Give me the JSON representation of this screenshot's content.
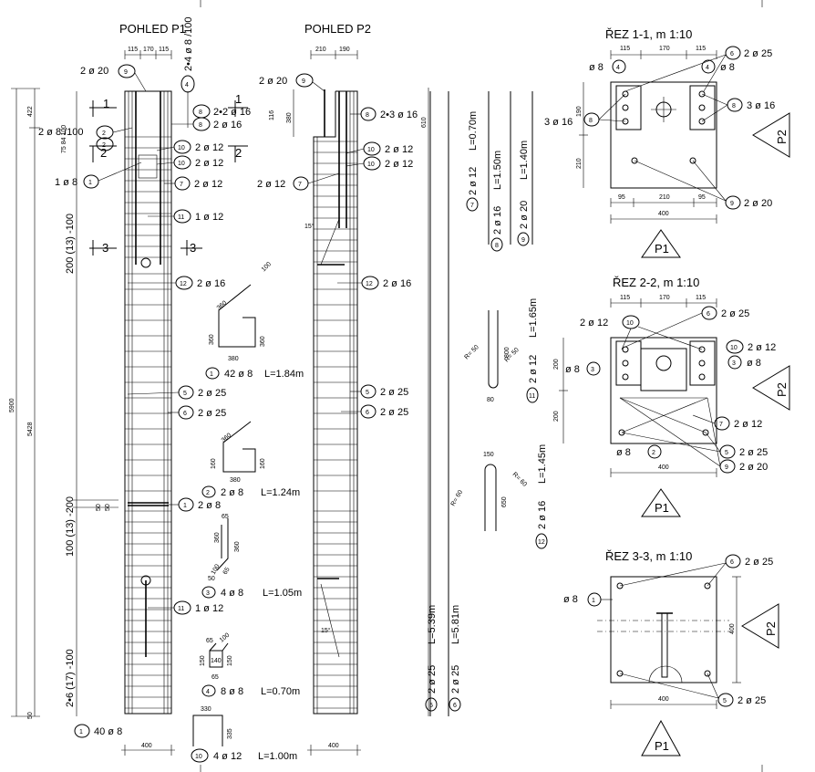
{
  "views": {
    "p1_title": "POHLED P1",
    "p2_title": "POHLED P2"
  },
  "sections": {
    "s11_title": "ŘEZ 1-1, m 1:10",
    "s22_title": "ŘEZ 2-2, m 1:10",
    "s33_title": "ŘEZ 3-3, m 1:10",
    "view_p1": "P1",
    "view_p2": "P2"
  },
  "p1_labels": [
    {
      "num": "9",
      "text": "2 ø 20"
    },
    {
      "num": "4",
      "text": "2•4 ø 8 /100"
    },
    {
      "num": "8",
      "text": "2•2 ø 16"
    },
    {
      "num": "8",
      "text": "2 ø 16"
    },
    {
      "num": "2",
      "text": "2 ø 8 /100"
    },
    {
      "num": "10",
      "text": "2 ø 12"
    },
    {
      "num": "10",
      "text": "2 ø 12"
    },
    {
      "num": "1",
      "text": "1 ø 8"
    },
    {
      "num": "7",
      "text": "2 ø 12"
    },
    {
      "num": "11",
      "text": "1 ø 12"
    },
    {
      "num": "12",
      "text": "2 ø 16"
    },
    {
      "num": "5",
      "text": "2 ø 25"
    },
    {
      "num": "6",
      "text": "2 ø 25"
    },
    {
      "num": "1",
      "text": "2 ø 8"
    },
    {
      "num": "11",
      "text": "1 ø 12"
    },
    {
      "num": "1",
      "text": "40 ø 8"
    }
  ],
  "p2_labels": [
    {
      "num": "9",
      "text": "2 ø 20"
    },
    {
      "num": "8",
      "text": "2•3 ø 16"
    },
    {
      "num": "10",
      "text": "2 ø 12"
    },
    {
      "num": "10",
      "text": "2 ø 12"
    },
    {
      "num": "7",
      "text": "2 ø 12"
    },
    {
      "num": "12",
      "text": "2 ø 16"
    },
    {
      "num": "5",
      "text": "2 ø 25"
    },
    {
      "num": "6",
      "text": "2 ø 25"
    }
  ],
  "dims": {
    "p1_top": [
      "115",
      "170",
      "115"
    ],
    "p2_top": [
      "210",
      "190"
    ],
    "p1_bottom": "400",
    "p2_bottom": "400",
    "left_422": "422",
    "left_5900": "5900",
    "left_5428": "5428",
    "left_50": "50",
    "left_spacing1": "200 (13) -100",
    "left_spacing2": "100 (13) -200",
    "left_spacing3": "2•6 (17) -100",
    "left_top_small": "75 84 100",
    "left_50b": "50",
    "left_200": "200",
    "p2_380": "380",
    "p2_116": "116",
    "p2_610": "610",
    "p2_15a": "15°",
    "p2_15b": "15°"
  },
  "bars": [
    {
      "num": "1",
      "spec": "42 ø 8",
      "length": "L=1.84m",
      "dims": [
        "360",
        "100",
        "360",
        "360",
        "380"
      ]
    },
    {
      "num": "2",
      "spec": "2 ø 8",
      "length": "L=1.24m",
      "dims": [
        "360",
        "160",
        "160",
        "380"
      ]
    },
    {
      "num": "3",
      "spec": "4 ø 8",
      "length": "L=1.05m",
      "dims": [
        "65",
        "360",
        "360",
        "100",
        "50",
        "65"
      ]
    },
    {
      "num": "4",
      "spec": "8 ø 8",
      "length": "L=0.70m",
      "dims": [
        "65",
        "100",
        "150",
        "150",
        "140",
        "65"
      ]
    },
    {
      "num": "10",
      "spec": "4 ø 12",
      "length": "L=1.00m",
      "dims": [
        "330",
        "335"
      ]
    }
  ],
  "vbars": [
    {
      "num": "7",
      "spec": "2 ø 12",
      "length": "L=0.70m"
    },
    {
      "num": "8",
      "spec": "2 ø 16",
      "length": "L=1.50m"
    },
    {
      "num": "9",
      "spec": "2 ø 20",
      "length": "L=1.40m"
    },
    {
      "num": "11",
      "spec": "2 ø 12",
      "length": "L=1.65m"
    },
    {
      "num": "12",
      "spec": "2 ø 16",
      "length": "L=1.45m"
    },
    {
      "num": "5",
      "spec": "2 ø 25",
      "length": "L=5.39m"
    },
    {
      "num": "6",
      "spec": "2 ø 25",
      "length": "L=5.81m"
    }
  ],
  "bends": {
    "r50a": "R= 50",
    "r50b": "R= 50",
    "d800": "800",
    "d80": "80",
    "r60a": "R= 60",
    "r60b": "R= 60",
    "d150": "150",
    "d650": "650"
  },
  "s11": {
    "dims_top": [
      "115",
      "170",
      "115"
    ],
    "dims_bot": [
      "95",
      "210",
      "95"
    ],
    "width": "400",
    "left_dims": [
      "190",
      "210"
    ],
    "labels": [
      {
        "num": "6",
        "text": "2 ø 25"
      },
      {
        "num": "4",
        "text": "ø 8",
        "side": "left"
      },
      {
        "num": "4",
        "text": "ø 8"
      },
      {
        "num": "8",
        "text": "3 ø 16",
        "side": "left"
      },
      {
        "num": "8",
        "text": "3 ø 16"
      },
      {
        "num": "9",
        "text": "2 ø 20"
      }
    ]
  },
  "s22": {
    "dims_top": [
      "115",
      "170",
      "115"
    ],
    "width": "400",
    "right_dims": [
      "200",
      "200"
    ],
    "labels": [
      {
        "num": "10",
        "text": "2 ø 12",
        "side": "left"
      },
      {
        "num": "6",
        "text": "2 ø 25"
      },
      {
        "num": "10",
        "text": "2 ø 12"
      },
      {
        "num": "3",
        "text": "ø 8",
        "side": "left"
      },
      {
        "num": "3",
        "text": "ø 8"
      },
      {
        "num": "7",
        "text": "2 ø 12"
      },
      {
        "num": "2",
        "text": "ø 8",
        "side": "left"
      },
      {
        "num": "5",
        "text": "2 ø 25"
      },
      {
        "num": "9",
        "text": "2 ø 20"
      }
    ]
  },
  "s33": {
    "width": "400",
    "right_dim": "400",
    "labels": [
      {
        "num": "6",
        "text": "2 ø 25"
      },
      {
        "num": "1",
        "text": "ø 8",
        "side": "left"
      },
      {
        "num": "5",
        "text": "2 ø 25"
      }
    ]
  }
}
